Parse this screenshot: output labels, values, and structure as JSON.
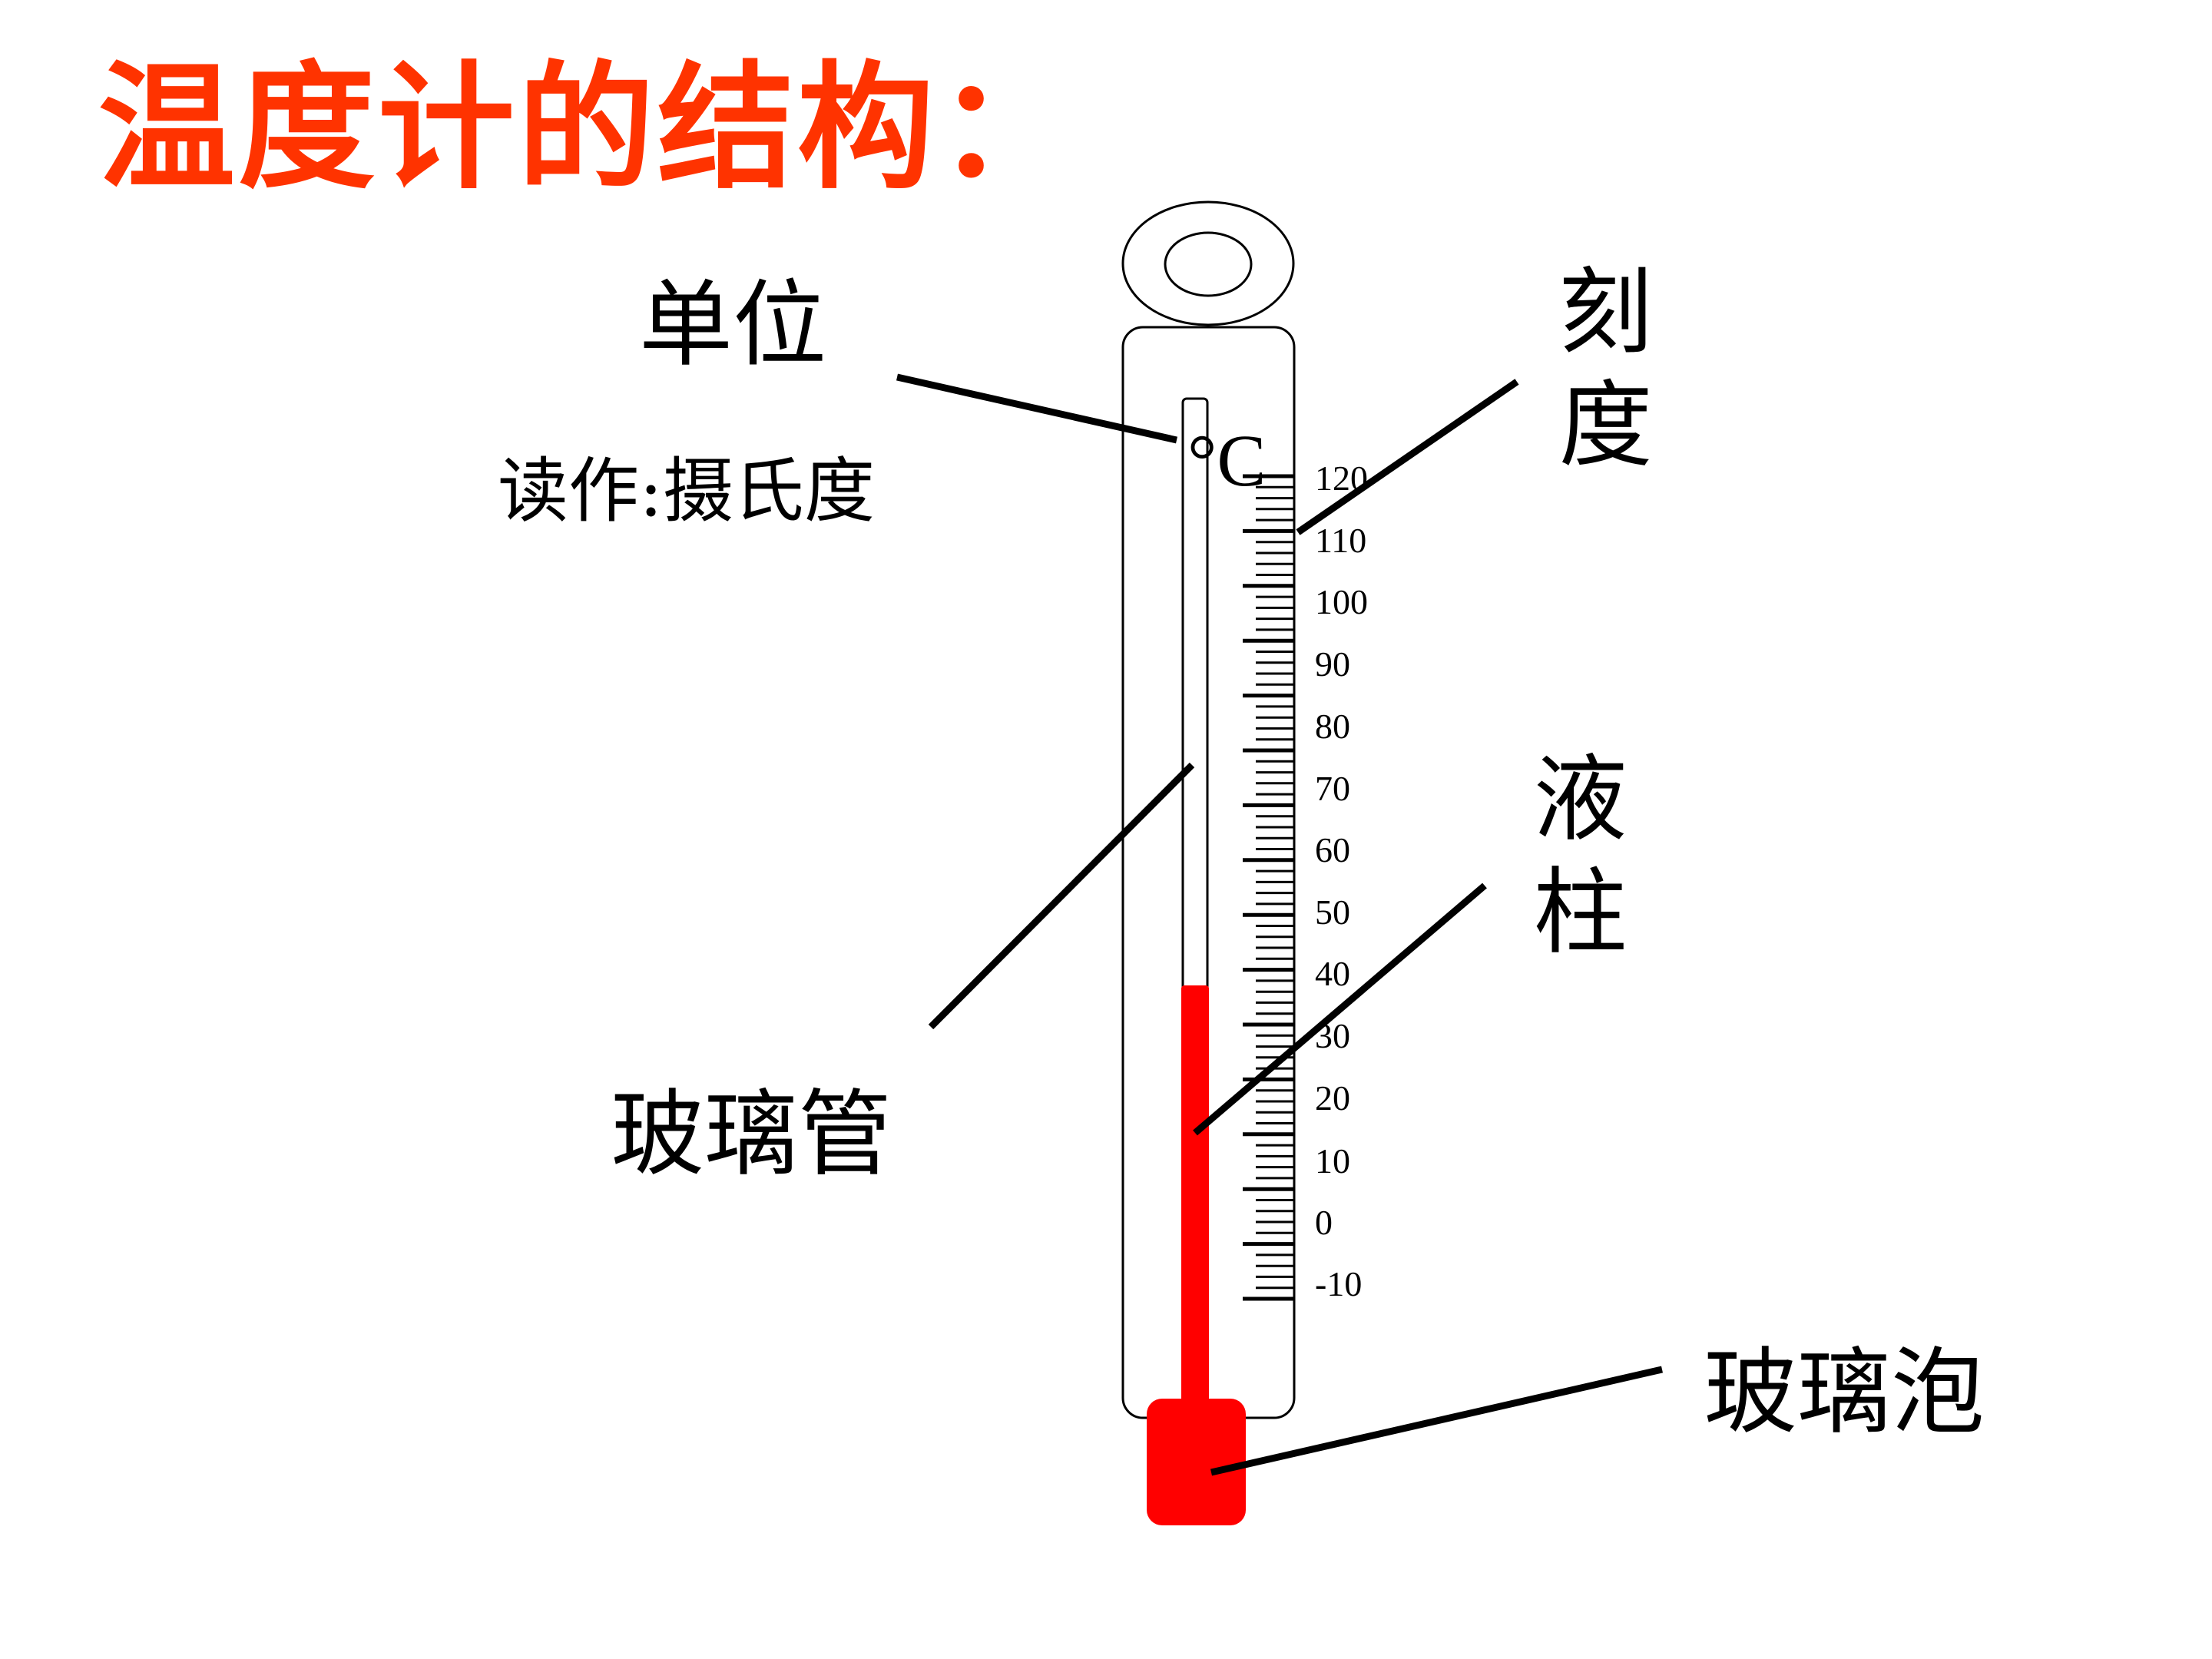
{
  "slide": {
    "title": "温度计的结构："
  },
  "labels": {
    "unit": "单位",
    "unit_reading": "读作:摄氏度",
    "scale": [
      "刻",
      "度"
    ],
    "glass_tube": "玻璃管",
    "liquid_column": [
      "液",
      "柱"
    ],
    "glass_bulb": "玻璃泡"
  },
  "thermometer": {
    "unit_symbol": "°C",
    "scale_labels": [
      "120",
      "110",
      "100",
      "90",
      "80",
      "70",
      "60",
      "50",
      "40",
      "30",
      "20",
      "10",
      "0",
      "-10"
    ],
    "liquid_color": "#ff0000",
    "title_color": "#ff3300",
    "outline_color": "#000000"
  }
}
